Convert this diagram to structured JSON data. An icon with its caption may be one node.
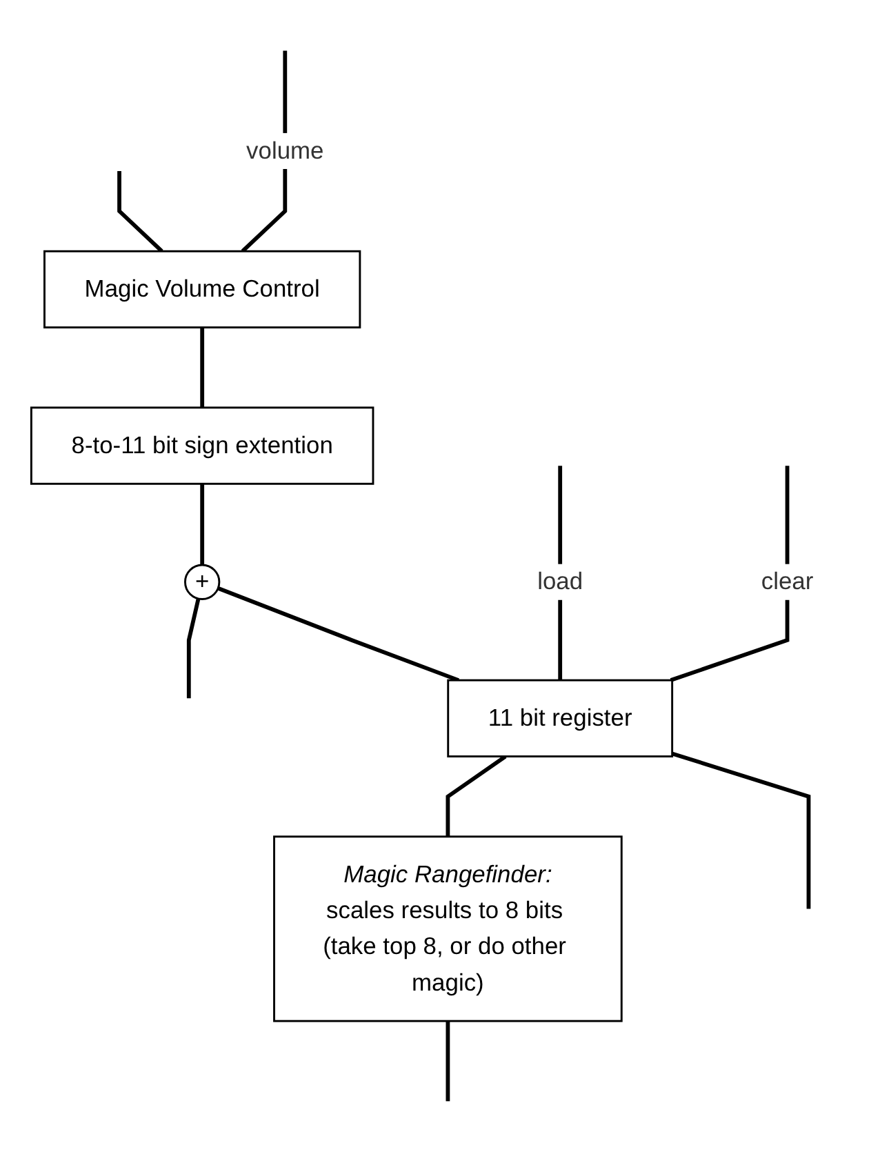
{
  "diagram": {
    "nodes": [
      {
        "text": [
          "Magic Volume Control"
        ]
      },
      {
        "text": [
          "8-to-11 bit sign extention"
        ]
      },
      {
        "text": [
          "+"
        ]
      },
      {
        "text": [
          "11 bit register"
        ]
      },
      {
        "text": [
          "Magic Rangefinder:",
          "scales results to 8 bits (take top 8, or do other magic)"
        ]
      }
    ],
    "edges": [
      {
        "from": null,
        "to": 0,
        "arrow": "none"
      },
      {
        "from": null,
        "to": 0,
        "arrow": "none",
        "label": "volume"
      },
      {
        "from": 0,
        "to": 1,
        "arrow": "none"
      },
      {
        "from": 1,
        "to": 2,
        "arrow": "none"
      },
      {
        "from": 2,
        "to": null,
        "arrow": "none"
      },
      {
        "from": 2,
        "to": 3,
        "arrow": "none"
      },
      {
        "from": null,
        "to": 3,
        "arrow": "none",
        "label": "load"
      },
      {
        "from": null,
        "to": 3,
        "arrow": "none",
        "label": "clear"
      },
      {
        "from": 3,
        "to": 4,
        "arrow": "none"
      },
      {
        "from": 3,
        "to": null,
        "arrow": "none"
      },
      {
        "from": 4,
        "to": null,
        "arrow": "none"
      }
    ]
  }
}
